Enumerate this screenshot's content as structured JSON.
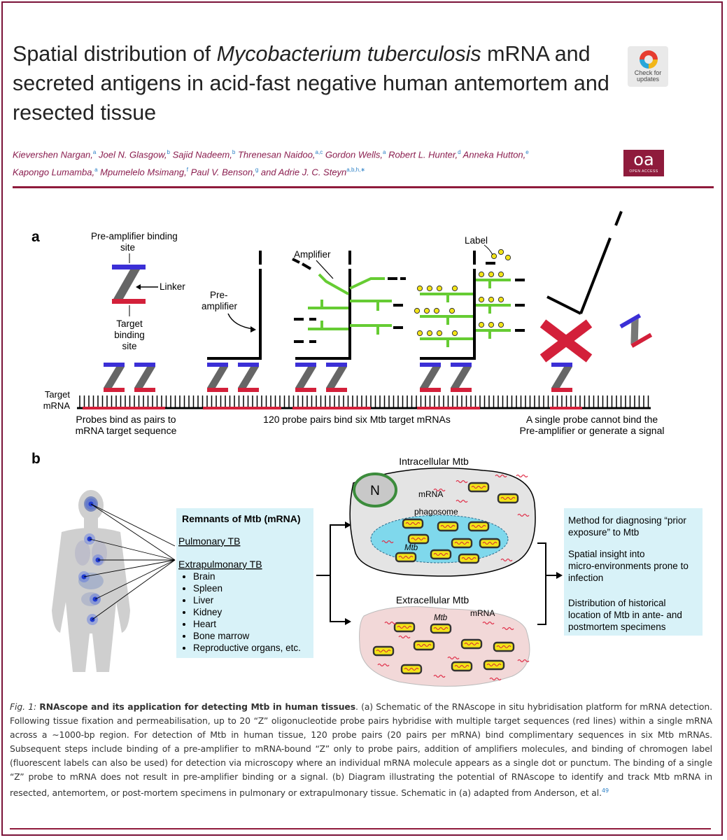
{
  "title": {
    "part1": "Spatial distribution of ",
    "italic": "Mycobacterium tuberculosis",
    "part2": " mRNA and secreted antigens in acid-fast negative human antemortem and resected tissue"
  },
  "badge": {
    "check_line1": "Check for",
    "check_line2": "updates",
    "oa": "oa",
    "oa_sub": "OPEN ACCESS"
  },
  "authors": [
    {
      "name": "Kievershen Nargan,",
      "sup": "a"
    },
    {
      "name": "Joel N. Glasgow,",
      "sup": "b"
    },
    {
      "name": "Sajid Nadeem,",
      "sup": "b"
    },
    {
      "name": "Threnesan Naidoo,",
      "sup": "a,c"
    },
    {
      "name": "Gordon Wells,",
      "sup": "a"
    },
    {
      "name": "Robert L. Hunter,",
      "sup": "d"
    },
    {
      "name": "Anneka Hutton,",
      "sup": "e"
    },
    {
      "name": "Kapongo Lumamba,",
      "sup": "a"
    },
    {
      "name": "Mpumelelo Msimang,",
      "sup": "f"
    },
    {
      "name": "Paul V. Benson,",
      "sup": "g"
    },
    {
      "name": "and Adrie J. C. Steyn",
      "sup": "a,b,h,∗"
    }
  ],
  "panel_a": {
    "label": "a",
    "preamp_site": "Pre-amplifier binding",
    "site_word": "site",
    "linker": "Linker",
    "target_site_1": "Target",
    "target_site_2": "binding",
    "target_site_3": "site",
    "preamp_1": "Pre-",
    "preamp_2": "amplifier",
    "amplifier": "Amplifier",
    "label_word": "Label",
    "target_mrna_1": "Target",
    "target_mrna_2": "mRNA",
    "cap1_1": "Probes bind as pairs to",
    "cap1_2": "mRNA target sequence",
    "cap2": "120 probe pairs bind six Mtb target mRNAs",
    "cap3_1": "A single probe cannot bind the",
    "cap3_2": "Pre-amplifier or generate a signal"
  },
  "panel_b": {
    "label": "b",
    "remnants_title": "Remnants of Mtb (mRNA)",
    "pulmonary": "Pulmonary TB",
    "extrapulmonary": "Extrapulmonary TB",
    "organs": [
      "Brain",
      "Spleen",
      "Liver",
      "Kidney",
      "Heart",
      "Bone marrow",
      "Reproductive organs, etc."
    ],
    "intracellular": "Intracellular Mtb",
    "extracellular": "Extracellular Mtb",
    "nucleus": "N",
    "mrna_1": "mRNA",
    "phagosome": "phagosome",
    "mtb_in": "Mtb",
    "mtb_ex": "Mtb",
    "mrna_2": "mRNA",
    "outcomes": [
      "Method for diagnosing “prior exposure” to Mtb",
      "Spatial insight into micro-environments prone to infection",
      "Distribution of historical location of Mtb in ante- and postmortem specimens"
    ]
  },
  "caption": {
    "fig": "Fig. 1:",
    "bold_title": "RNAscope and its application for detecting Mtb in human tissues",
    "body": ". (a) Schematic of the RNAscope in situ hybridisation platform for mRNA detection. Following tissue fixation and permeabilisation, up to 20 “Z” oligonucleotide probe pairs hybridise with multiple target sequences (red lines) within a single mRNA across a ∼1000-bp region. For detection of Mtb in human tissue, 120 probe pairs (20 pairs per mRNA) bind complimentary sequences in six Mtb mRNAs. Subsequent steps include binding of a pre-amplifier to mRNA-bound “Z” only to probe pairs, addition of amplifiers molecules, and binding of chromogen label (fluorescent labels can also be used) for detection via microscopy where an individual mRNA molecule appears as a single dot or punctum. The binding of a single “Z” probe to mRNA does not result in pre-amplifier binding or a signal. (b) Diagram illustrating the potential of RNAscope to identify and track Mtb mRNA in resected, antemortem, or post-mortem specimens in pulmonary or extrapulmonary tissue. Schematic in (a) adapted from Anderson, et al.",
    "ref": "49"
  },
  "colors": {
    "accent": "#8f1b3c",
    "probe_blue": "#3b2fd6",
    "probe_red": "#d3203a",
    "amp_green": "#66cc33",
    "label_yellow": "#f3e418"
  }
}
